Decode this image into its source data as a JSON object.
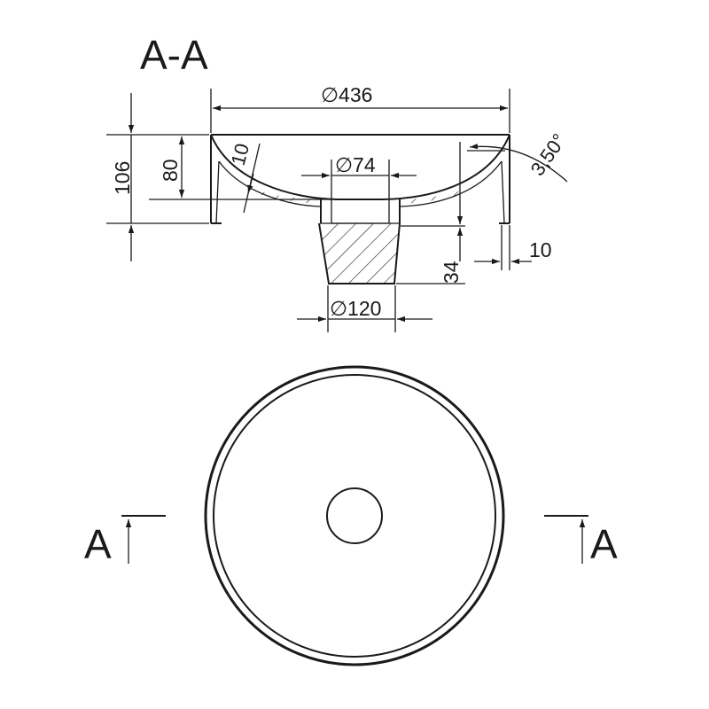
{
  "section_title": "A-A",
  "dimensions": {
    "top_diameter": "∅436",
    "total_height": "106",
    "bowl_depth": "80",
    "wall_thickness": "10",
    "drain_diameter": "∅74",
    "draft_angle": "3,50°",
    "base_height": "34",
    "base_diameter": "∅120",
    "side_offset": "10"
  },
  "section_markers": {
    "left": "A",
    "right": "A"
  },
  "colors": {
    "line": "#1a1a1a",
    "background": "#ffffff"
  }
}
